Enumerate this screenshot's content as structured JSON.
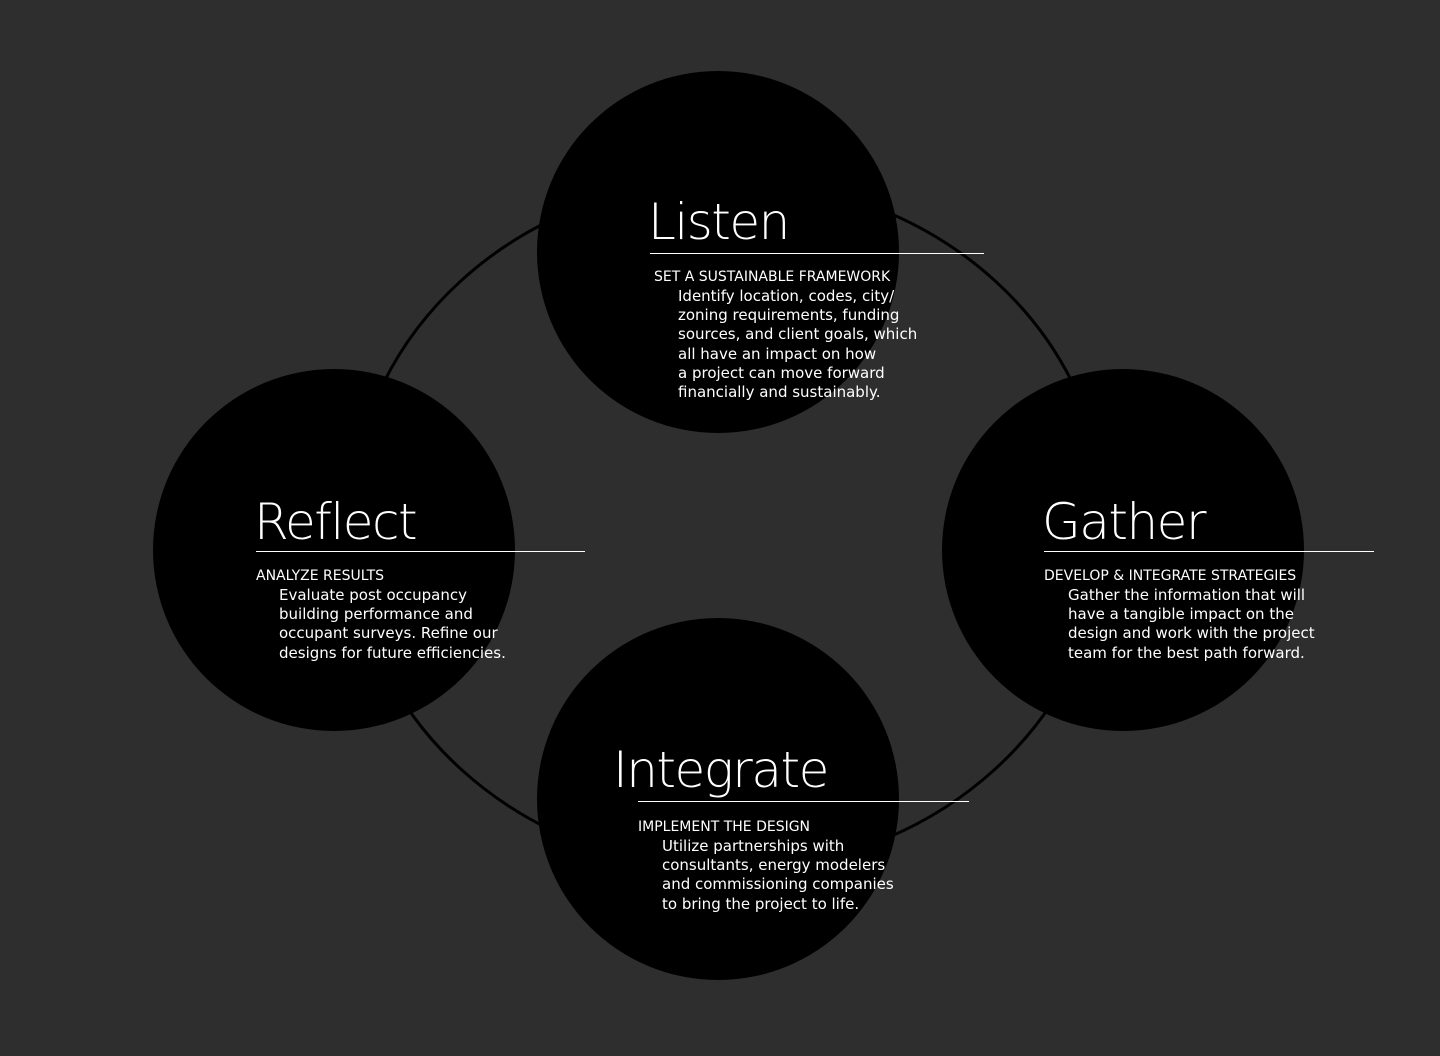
{
  "colors": {
    "background": "#2e2e2e",
    "node_fill": "#000000",
    "ring_stroke": "#000000",
    "text": "#ffffff"
  },
  "stages": [
    {
      "key": "listen",
      "title": "Listen",
      "subtitle": "SET A SUSTAINABLE FRAMEWORK",
      "description": "Identify location, codes, city/\nzoning requirements, funding\nsources, and client goals, which\nall have an impact on how\na project can move forward\nfinancially and sustainably."
    },
    {
      "key": "gather",
      "title": "Gather",
      "subtitle": "DEVELOP & INTEGRATE STRATEGIES",
      "description": "Gather the information that will\nhave a tangible impact on the\ndesign and work with the project\nteam for the best path forward."
    },
    {
      "key": "integrate",
      "title": "Integrate",
      "subtitle": "IMPLEMENT THE DESIGN",
      "description": "Utilize partnerships with\nconsultants, energy modelers\nand commissioning companies\nto bring the project to life."
    },
    {
      "key": "reflect",
      "title": "Reflect",
      "subtitle": "ANALYZE RESULTS",
      "description": "Evaluate post occupancy\nbuilding performance and\noccupant surveys. Refine our\ndesigns for future efficiencies."
    }
  ]
}
